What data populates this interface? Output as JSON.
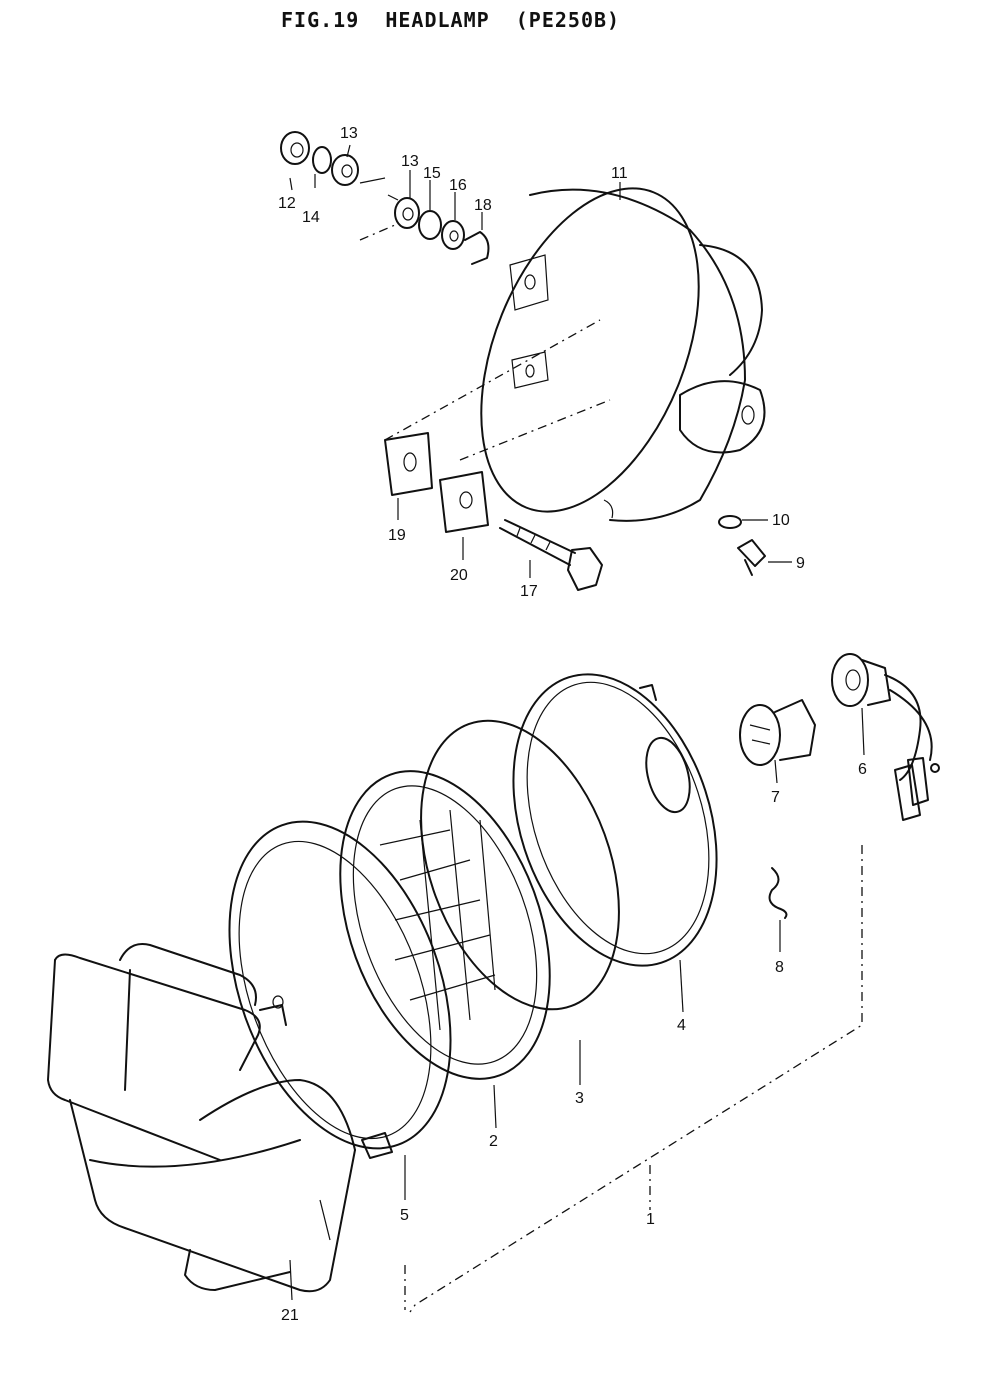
{
  "figure": {
    "title": "FIG.19  HEADLAMP  (PE250B)"
  },
  "callouts": {
    "p1": "1",
    "p2": "2",
    "p3": "3",
    "p4": "4",
    "p5": "5",
    "p6": "6",
    "p7": "7",
    "p8": "8",
    "p9": "9",
    "p10": "10",
    "p11": "11",
    "p12": "12",
    "p13a": "13",
    "p13b": "13",
    "p14": "14",
    "p15": "15",
    "p16": "16",
    "p17": "17",
    "p18": "18",
    "p19": "19",
    "p20": "20",
    "p21": "21"
  }
}
